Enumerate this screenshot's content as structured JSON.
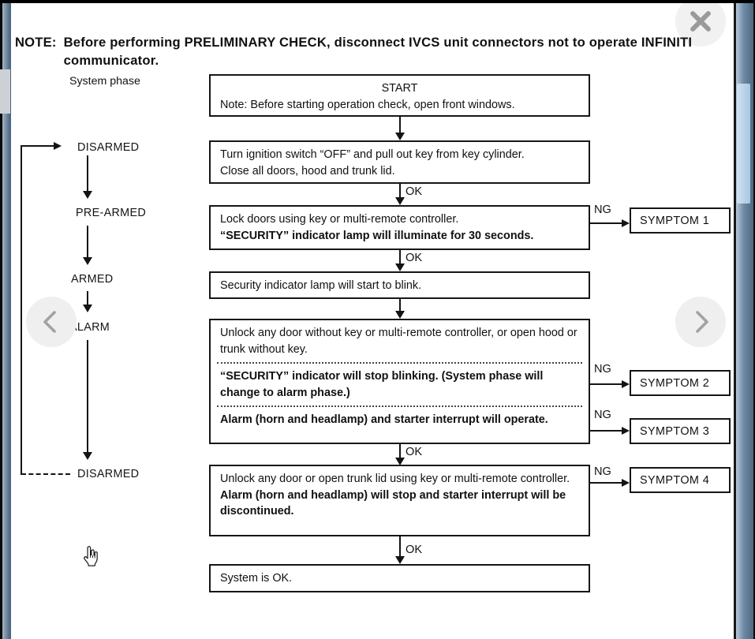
{
  "viewer": {
    "close_icon": "close",
    "prev_icon": "chevron-left",
    "next_icon": "chevron-right"
  },
  "note": {
    "label": "NOTE:",
    "text": "Before performing PRELIMINARY CHECK, disconnect IVCS unit connectors not to operate INFINITI communicator."
  },
  "flowchart": {
    "column_header": "System phase",
    "phases": [
      {
        "name": "DISARMED"
      },
      {
        "name": "PRE-ARMED"
      },
      {
        "name": "ARMED"
      },
      {
        "name": "ALARM"
      },
      {
        "name": "DISARMED"
      }
    ],
    "labels": {
      "ok": "OK",
      "ng": "NG"
    },
    "start": {
      "title": "START",
      "note": "Note: Before starting operation check, open front windows."
    },
    "steps": [
      {
        "lines": [
          {
            "text": "Turn ignition switch “OFF” and pull out key from key cylinder.",
            "bold": false
          },
          {
            "text": "Close all doors, hood and trunk lid.",
            "bold": false
          }
        ]
      },
      {
        "lines": [
          {
            "text": "Lock doors using key or multi-remote controller.",
            "bold": false
          },
          {
            "text": "“SECURITY” indicator lamp will illuminate for 30 seconds.",
            "bold": true
          }
        ]
      },
      {
        "lines": [
          {
            "text": "Security indicator lamp will start to blink.",
            "bold": false
          }
        ]
      },
      {
        "lines": [
          {
            "text": "Unlock any door without key or multi-remote controller, or open hood or trunk without key.",
            "bold": false
          },
          {
            "text": "“SECURITY” indicator will stop blinking. (System phase will change to alarm phase.)",
            "bold": true
          },
          {
            "text": "Alarm (horn and headlamp) and starter interrupt will operate.",
            "bold": true
          }
        ]
      },
      {
        "lines": [
          {
            "text": "Unlock any door or open trunk lid using key or multi-remote con­troller.",
            "bold": false
          },
          {
            "text": "Alarm (horn and headlamp) will stop and starter interrupt will be discontinued.",
            "bold": true
          }
        ]
      },
      {
        "lines": [
          {
            "text": "System is OK.",
            "bold": false
          }
        ]
      }
    ],
    "symptoms": [
      {
        "label": "SYMPTOM 1"
      },
      {
        "label": "SYMPTOM 2"
      },
      {
        "label": "SYMPTOM 3"
      },
      {
        "label": "SYMPTOM 4"
      }
    ]
  }
}
